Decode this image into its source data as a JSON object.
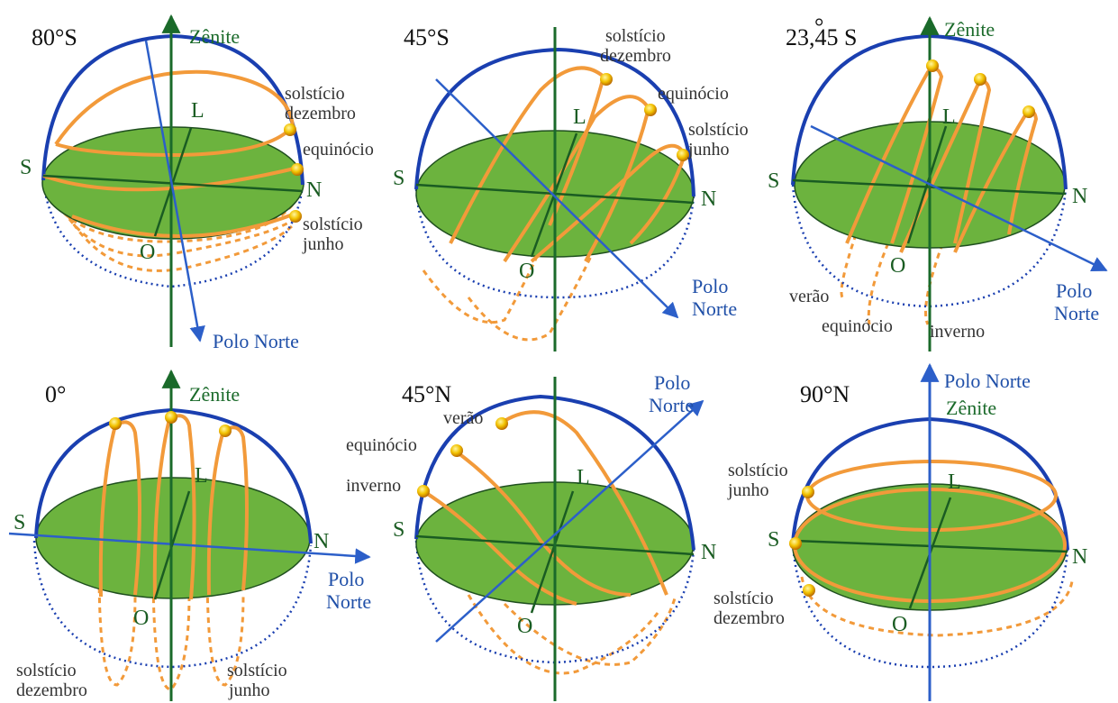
{
  "colors": {
    "horizon_fill": "#6cb33e",
    "horizon_edge": "#1f4f1f",
    "meridian": "#1a3fb0",
    "sun_path": "#f29a3a",
    "axis": "#1a6a2a",
    "pole_axis": "#2c5fc9",
    "sun_marker": "#f2c200"
  },
  "icons": [
    "sun-marker-icon",
    "arrow-icon"
  ],
  "panels": [
    {
      "latitude": "80°S",
      "zenith": "Zênite",
      "pole_lines": [
        "Polo Norte"
      ],
      "dirs": {
        "s": "S",
        "n": "N",
        "l": "L",
        "o": "O"
      },
      "notes": {
        "a": "solstício",
        "b": "dezembro",
        "c": "equinócio",
        "d": "solstício",
        "e": "junho"
      }
    },
    {
      "latitude": "45°S",
      "pole_lines": [
        "Polo",
        "Norte"
      ],
      "dirs": {
        "s": "S",
        "n": "N",
        "l": "L",
        "o": "O"
      },
      "notes": {
        "a": "solstício",
        "b": "dezembro",
        "c": "equinócio",
        "d": "solstício",
        "e": "junho"
      }
    },
    {
      "latitude": "23,45 S",
      "degree_mark": "°",
      "zenith": "Zênite",
      "pole_lines": [
        "Polo",
        "Norte"
      ],
      "dirs": {
        "s": "S",
        "n": "N",
        "l": "L",
        "o": "O"
      },
      "notes": {
        "a": "verão",
        "b": "equinócio",
        "c": "inverno"
      }
    },
    {
      "latitude": "0°",
      "zenith": "Zênite",
      "pole_lines": [
        "Polo",
        "Norte"
      ],
      "dirs": {
        "s": "S",
        "n": "N",
        "l": "L",
        "o": "O"
      },
      "notes": {
        "a": "solstício",
        "b": "dezembro",
        "c": "solstício",
        "d": "junho"
      }
    },
    {
      "latitude": "45°N",
      "pole_lines": [
        "Polo",
        "Norte"
      ],
      "dirs": {
        "s": "S",
        "n": "N",
        "l": "L",
        "o": "O"
      },
      "notes": {
        "a": "verão",
        "b": "equinócio",
        "c": "inverno"
      }
    },
    {
      "latitude": "90°N",
      "pole_lines": [
        "Polo Norte"
      ],
      "zenith": "Zênite",
      "dirs": {
        "s": "S",
        "n": "N",
        "l": "L",
        "o": "O"
      },
      "notes": {
        "a": "solstício",
        "b": "junho",
        "c": "solstício",
        "d": "dezembro"
      }
    }
  ]
}
